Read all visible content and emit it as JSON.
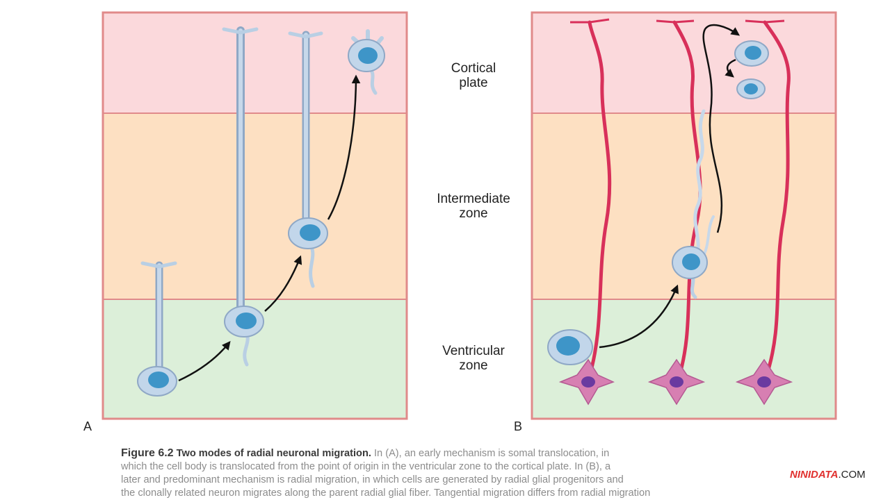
{
  "zones": {
    "cortical": {
      "line1": "Cortical",
      "line2": "plate",
      "color": "#fbd9dc"
    },
    "intermediate": {
      "line1": "Intermediate",
      "line2": "zone",
      "color": "#fde0c2"
    },
    "ventricular": {
      "line1": "Ventricular",
      "line2": "zone",
      "color": "#dcefd9"
    }
  },
  "panels": {
    "a": "A",
    "b": "B"
  },
  "caption": {
    "figure_number": "Figure 6.2",
    "title": "Two modes of radial neuronal migration.",
    "line1_rest": "In (A), an early mechanism is somal translocation, in",
    "line2": "which the cell body is translocated from the point of origin in the ventricular zone to the cortical plate. In (B), a",
    "line3": "later and predominant mechanism is radial migration, in which cells are generated by radial glial progenitors and",
    "line4": "the clonally related neuron migrates along the parent radial glial fiber. Tangential migration differs from radial migration"
  },
  "watermark": {
    "brand": "NINIDATA",
    "tld": ".COM"
  },
  "colors": {
    "border": "#e08a8a",
    "glia": "#d8305a",
    "neuron_body": "#b9cfe4",
    "nucleus": "#3e95c8",
    "progenitor": "#d77fb2",
    "arrow": "#111111"
  }
}
